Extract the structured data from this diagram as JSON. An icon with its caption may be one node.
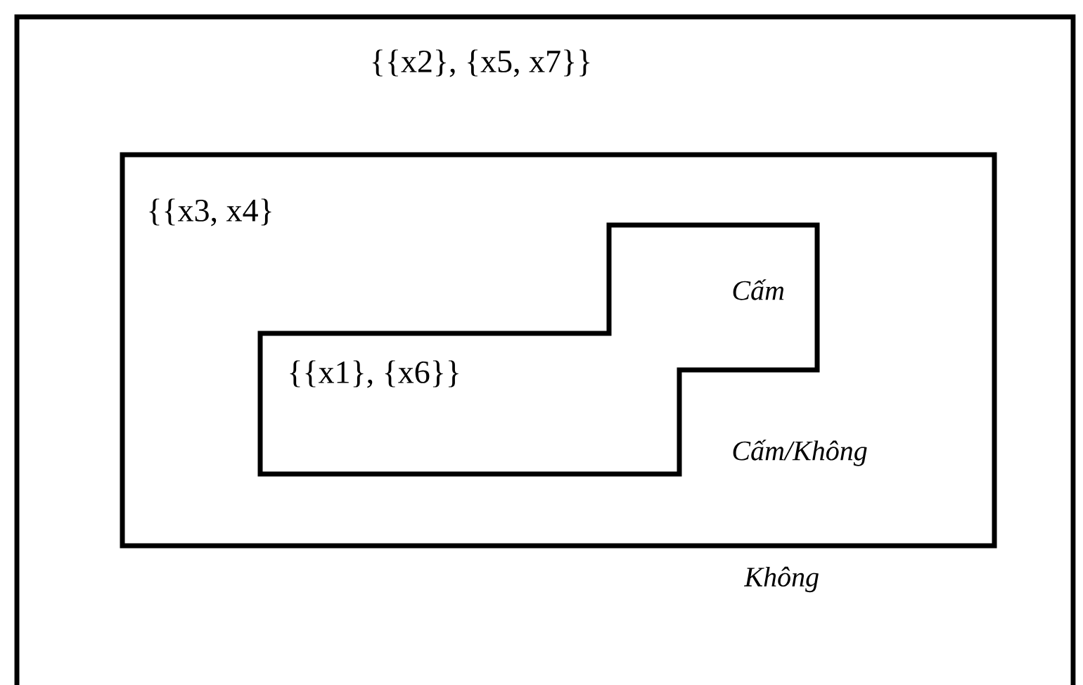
{
  "diagram": {
    "nodes": [
      {
        "text": [
          "{{x2}, {x5, x7}}",
          "Không"
        ]
      },
      {
        "text": [
          "{{x3, x4}",
          "Cấm/Không"
        ],
        "in": 0
      },
      {
        "text": [
          "{{x1}, {x6}}",
          "Cấm"
        ],
        "in": 1
      }
    ]
  }
}
